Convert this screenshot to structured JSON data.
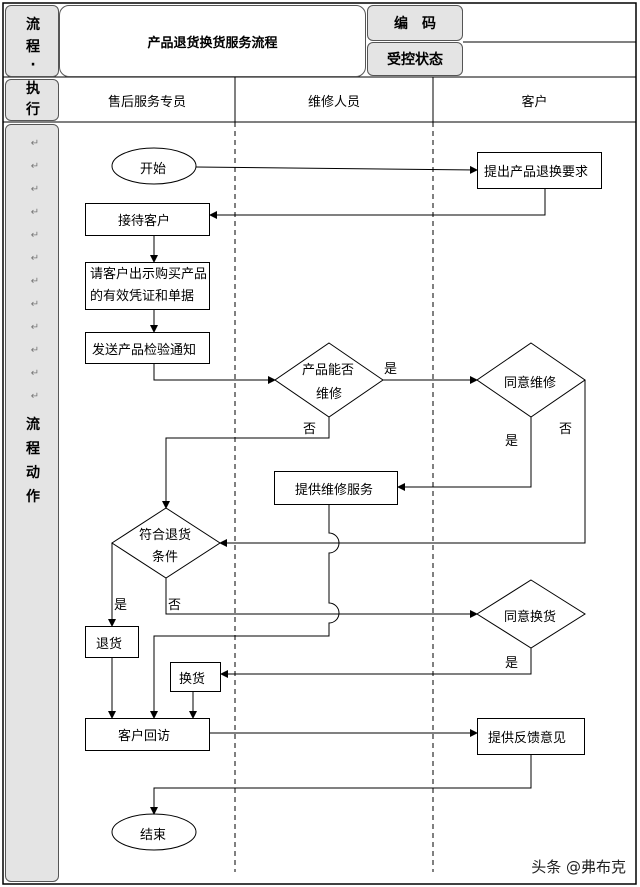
{
  "header": {
    "side_label_chars": [
      "流",
      "程",
      "·"
    ],
    "title": "产品退货换货服务流程",
    "code_label": "编　码",
    "status_label": "受控状态",
    "exec_label_chars": [
      "执",
      "行"
    ],
    "lanes": [
      "售后服务专员",
      "维修人员",
      "客户"
    ]
  },
  "side": {
    "return_marks": [
      "↵",
      "↵",
      "↵",
      "↵",
      "↵",
      "↵",
      "↵",
      "↵",
      "↵",
      "↵",
      "↵",
      "↵"
    ],
    "action_label_chars": [
      "流",
      "程",
      "动",
      "作"
    ]
  },
  "nodes": {
    "start": "开始",
    "request": "提出产品退换要求",
    "reception": "接待客户",
    "show_proof_line1": "请客户出示购买产品",
    "show_proof_line2": "的有效凭证和单据",
    "send_inspection": "发送产品检验通知",
    "repairable_line1": "产品能否",
    "repairable_line2": "维修",
    "agree_repair": "同意维修",
    "repair_service": "提供维修服务",
    "return_ok_line1": "符合退货",
    "return_ok_line2": "条件",
    "agree_exchange": "同意换货",
    "refund": "退货",
    "exchange": "换货",
    "follow_up": "客户回访",
    "feedback": "提供反馈意见",
    "end": "结束"
  },
  "edge_labels": {
    "repairable_yes": "是",
    "repairable_no": "否",
    "agree_repair_yes": "是",
    "agree_repair_no": "否",
    "return_ok_yes": "是",
    "return_ok_no": "否",
    "agree_exchange_yes": "是"
  },
  "watermark": "头条 @弗布克"
}
